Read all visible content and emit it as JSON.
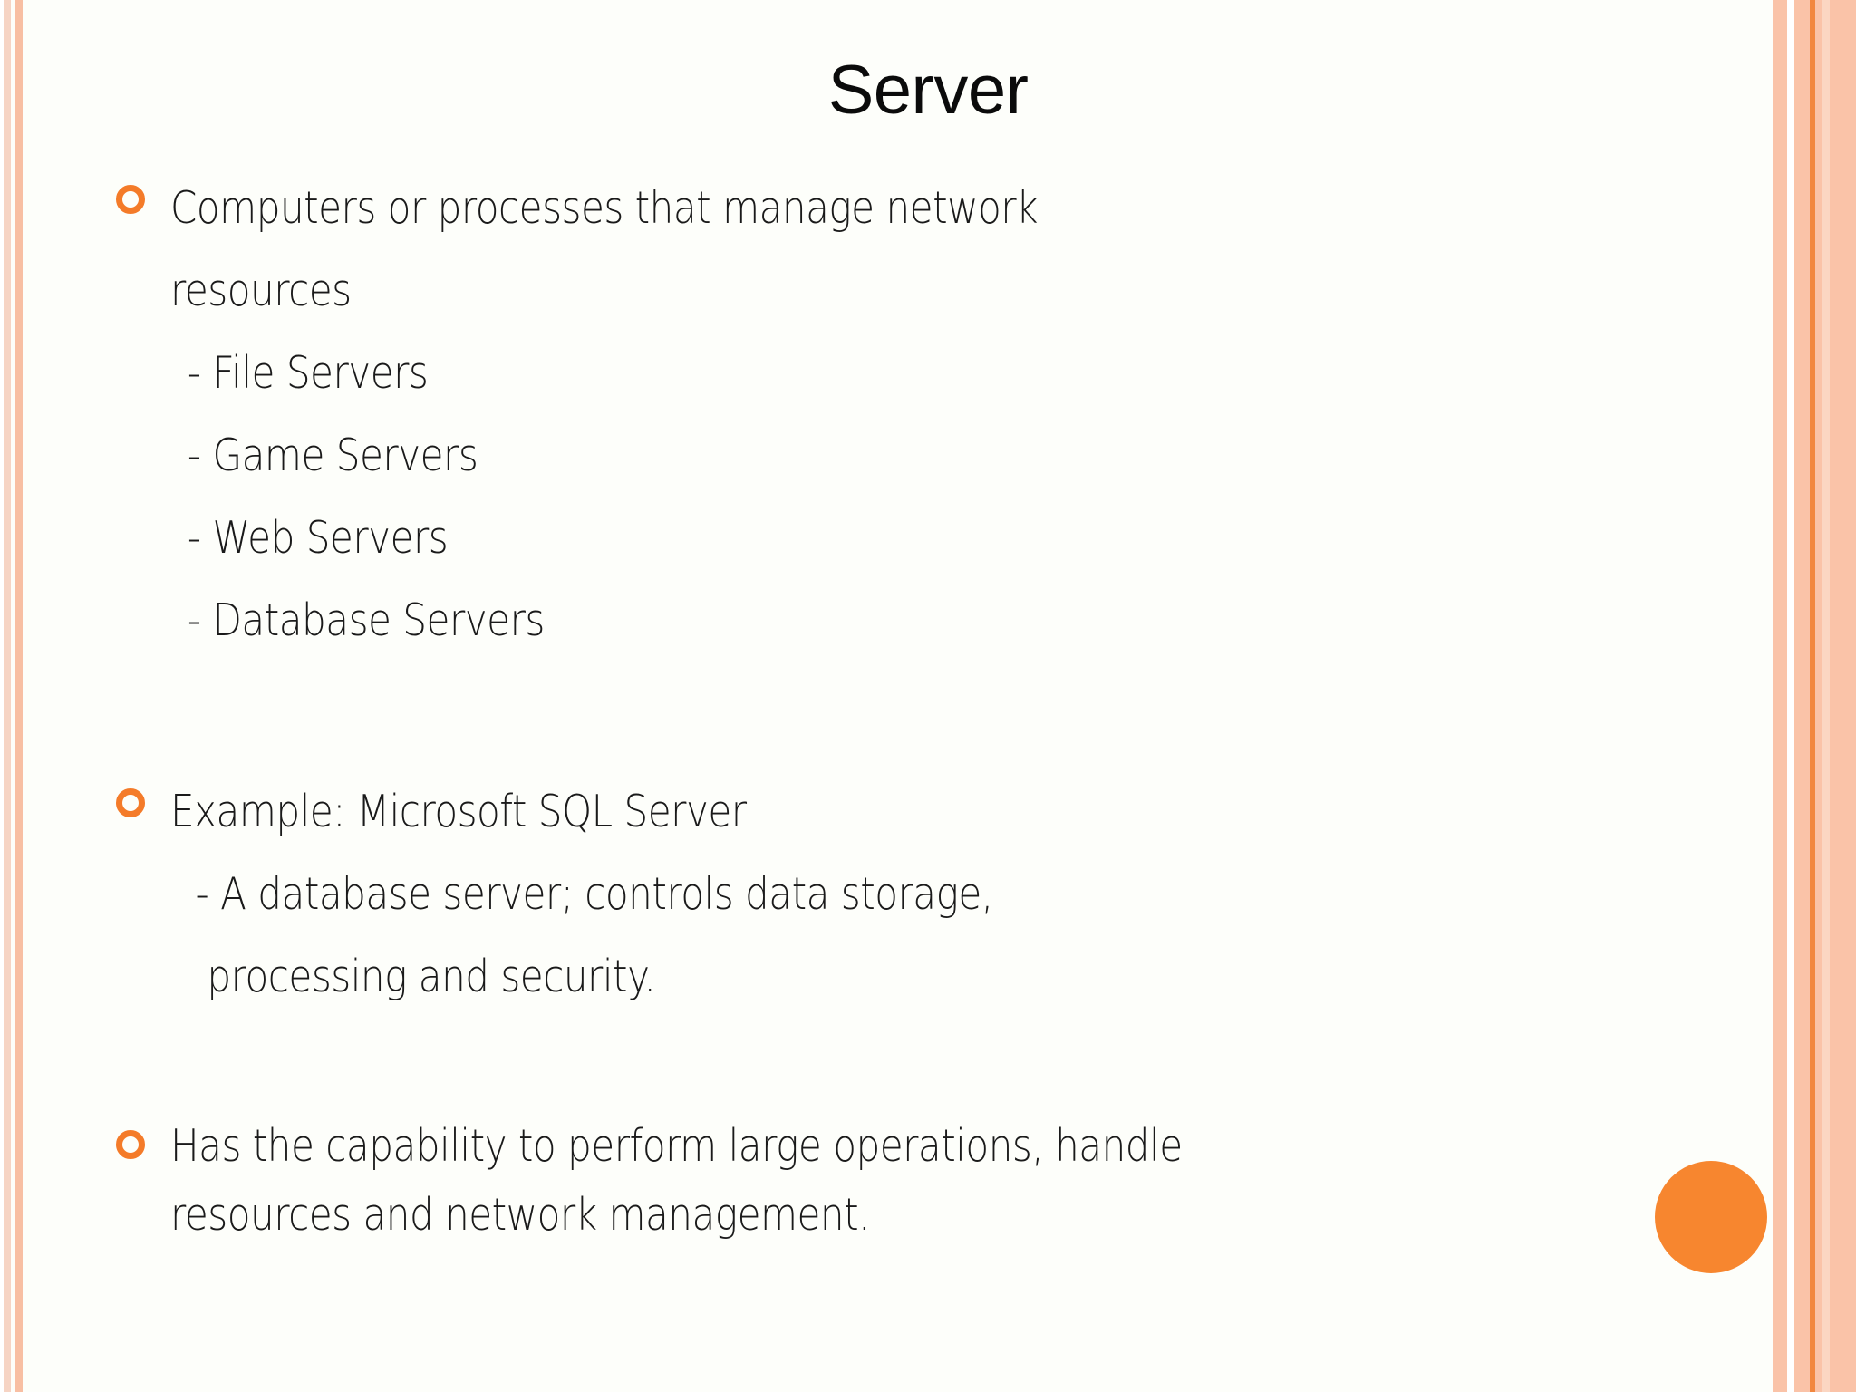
{
  "slide": {
    "title": "Server",
    "background_color": "#fdfefa",
    "accent_color": "#f47b29",
    "stripe_color": "#fac3a8",
    "stripe_light_color": "#f6d4c4"
  },
  "content": {
    "blocks": [
      {
        "bullet": "ring-bullet",
        "lines": [
          "Computers or processes that manage network",
          "resources",
          "- File Servers",
          "- Game Servers",
          "- Web Servers",
          "- Database Servers"
        ]
      },
      {
        "bullet": "ring-bullet",
        "lines": [
          "Example: Microsoft SQL Server",
          "- A database server; controls data storage,",
          " processing and security."
        ]
      },
      {
        "bullet": "ring-bullet",
        "lines": [
          "Has the capability to perform large operations, handle",
          "resources and network management."
        ]
      }
    ]
  },
  "decoration": {
    "orange_dot_color": "#f7862f",
    "orange_dot_label": "orange-circle-decoration"
  }
}
